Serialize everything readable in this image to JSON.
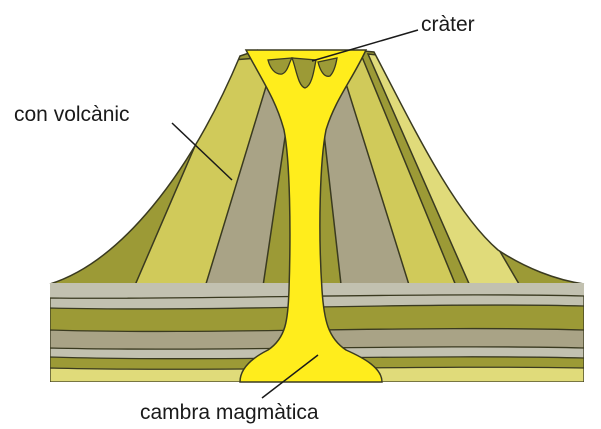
{
  "labels": {
    "crater": "cràter",
    "cone": "con volcànic",
    "chamber": "cambra magmàtica"
  },
  "colors": {
    "dark_olive": "#9c9a36",
    "mid_yellow": "#d0ca5a",
    "grey_olive": "#a9a386",
    "light_yellow": "#e0db7a",
    "light_grey": "#c2c1b0",
    "magma": "#ffed1c",
    "outline": "#3a3a20"
  }
}
